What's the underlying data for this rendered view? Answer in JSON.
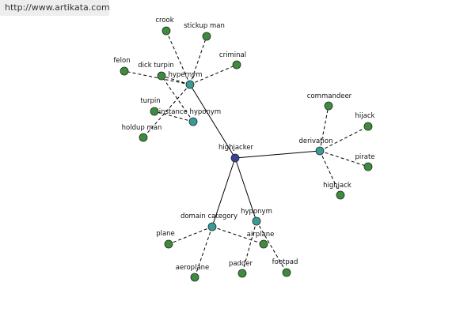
{
  "banner": {
    "url": "http://www.artikata.com"
  },
  "colors": {
    "center": "#3b3fa0",
    "relation": "#3a9a9a",
    "leaf": "#3f8a3f",
    "edge": "#000000",
    "banner_bg": "#eeeeee"
  },
  "graph": {
    "nodes": [
      {
        "id": "highjacker",
        "label": "highjacker",
        "kind": "center"
      },
      {
        "id": "hypernym",
        "label": "hypernym",
        "kind": "relation"
      },
      {
        "id": "instance_hyponym",
        "label": "instance hyponym",
        "kind": "relation"
      },
      {
        "id": "derivation",
        "label": "derivation",
        "kind": "relation"
      },
      {
        "id": "domain_category",
        "label": "domain category",
        "kind": "relation"
      },
      {
        "id": "hyponym",
        "label": "hyponym",
        "kind": "relation"
      },
      {
        "id": "crook",
        "label": "crook",
        "kind": "leaf"
      },
      {
        "id": "stickup_man",
        "label": "stickup man",
        "kind": "leaf"
      },
      {
        "id": "criminal",
        "label": "criminal",
        "kind": "leaf"
      },
      {
        "id": "felon",
        "label": "felon",
        "kind": "leaf"
      },
      {
        "id": "dick_turpin",
        "label": "dick turpin",
        "kind": "leaf"
      },
      {
        "id": "turpin",
        "label": "turpin",
        "kind": "leaf"
      },
      {
        "id": "holdup_man",
        "label": "holdup man",
        "kind": "leaf"
      },
      {
        "id": "commandeer",
        "label": "commandeer",
        "kind": "leaf"
      },
      {
        "id": "hijack",
        "label": "hijack",
        "kind": "leaf"
      },
      {
        "id": "pirate",
        "label": "pirate",
        "kind": "leaf"
      },
      {
        "id": "highjack",
        "label": "highjack",
        "kind": "leaf"
      },
      {
        "id": "plane",
        "label": "plane",
        "kind": "leaf"
      },
      {
        "id": "aeroplane",
        "label": "aeroplane",
        "kind": "leaf"
      },
      {
        "id": "airplane",
        "label": "airplane",
        "kind": "leaf"
      },
      {
        "id": "padder",
        "label": "padder",
        "kind": "leaf"
      },
      {
        "id": "footpad",
        "label": "footpad",
        "kind": "leaf"
      }
    ],
    "edges": [
      {
        "from": "highjacker",
        "to": "hypernym",
        "style": "solid"
      },
      {
        "from": "highjacker",
        "to": "derivation",
        "style": "solid"
      },
      {
        "from": "highjacker",
        "to": "domain_category",
        "style": "solid"
      },
      {
        "from": "highjacker",
        "to": "hyponym",
        "style": "solid"
      },
      {
        "from": "hypernym",
        "to": "crook",
        "style": "dashed"
      },
      {
        "from": "hypernym",
        "to": "stickup_man",
        "style": "dashed"
      },
      {
        "from": "hypernym",
        "to": "criminal",
        "style": "dashed"
      },
      {
        "from": "hypernym",
        "to": "felon",
        "style": "dashed"
      },
      {
        "from": "hypernym",
        "to": "dick_turpin",
        "style": "dashed"
      },
      {
        "from": "instance_hyponym",
        "to": "dick_turpin",
        "style": "dashed"
      },
      {
        "from": "instance_hyponym",
        "to": "turpin",
        "style": "dashed"
      },
      {
        "from": "hypernym",
        "to": "holdup_man",
        "style": "dashed"
      },
      {
        "from": "derivation",
        "to": "commandeer",
        "style": "dashed"
      },
      {
        "from": "derivation",
        "to": "hijack",
        "style": "dashed"
      },
      {
        "from": "derivation",
        "to": "pirate",
        "style": "dashed"
      },
      {
        "from": "derivation",
        "to": "highjack",
        "style": "dashed"
      },
      {
        "from": "domain_category",
        "to": "plane",
        "style": "dashed"
      },
      {
        "from": "domain_category",
        "to": "aeroplane",
        "style": "dashed"
      },
      {
        "from": "domain_category",
        "to": "airplane",
        "style": "dashed"
      },
      {
        "from": "hyponym",
        "to": "padder",
        "style": "dashed"
      },
      {
        "from": "hyponym",
        "to": "footpad",
        "style": "dashed"
      }
    ]
  }
}
